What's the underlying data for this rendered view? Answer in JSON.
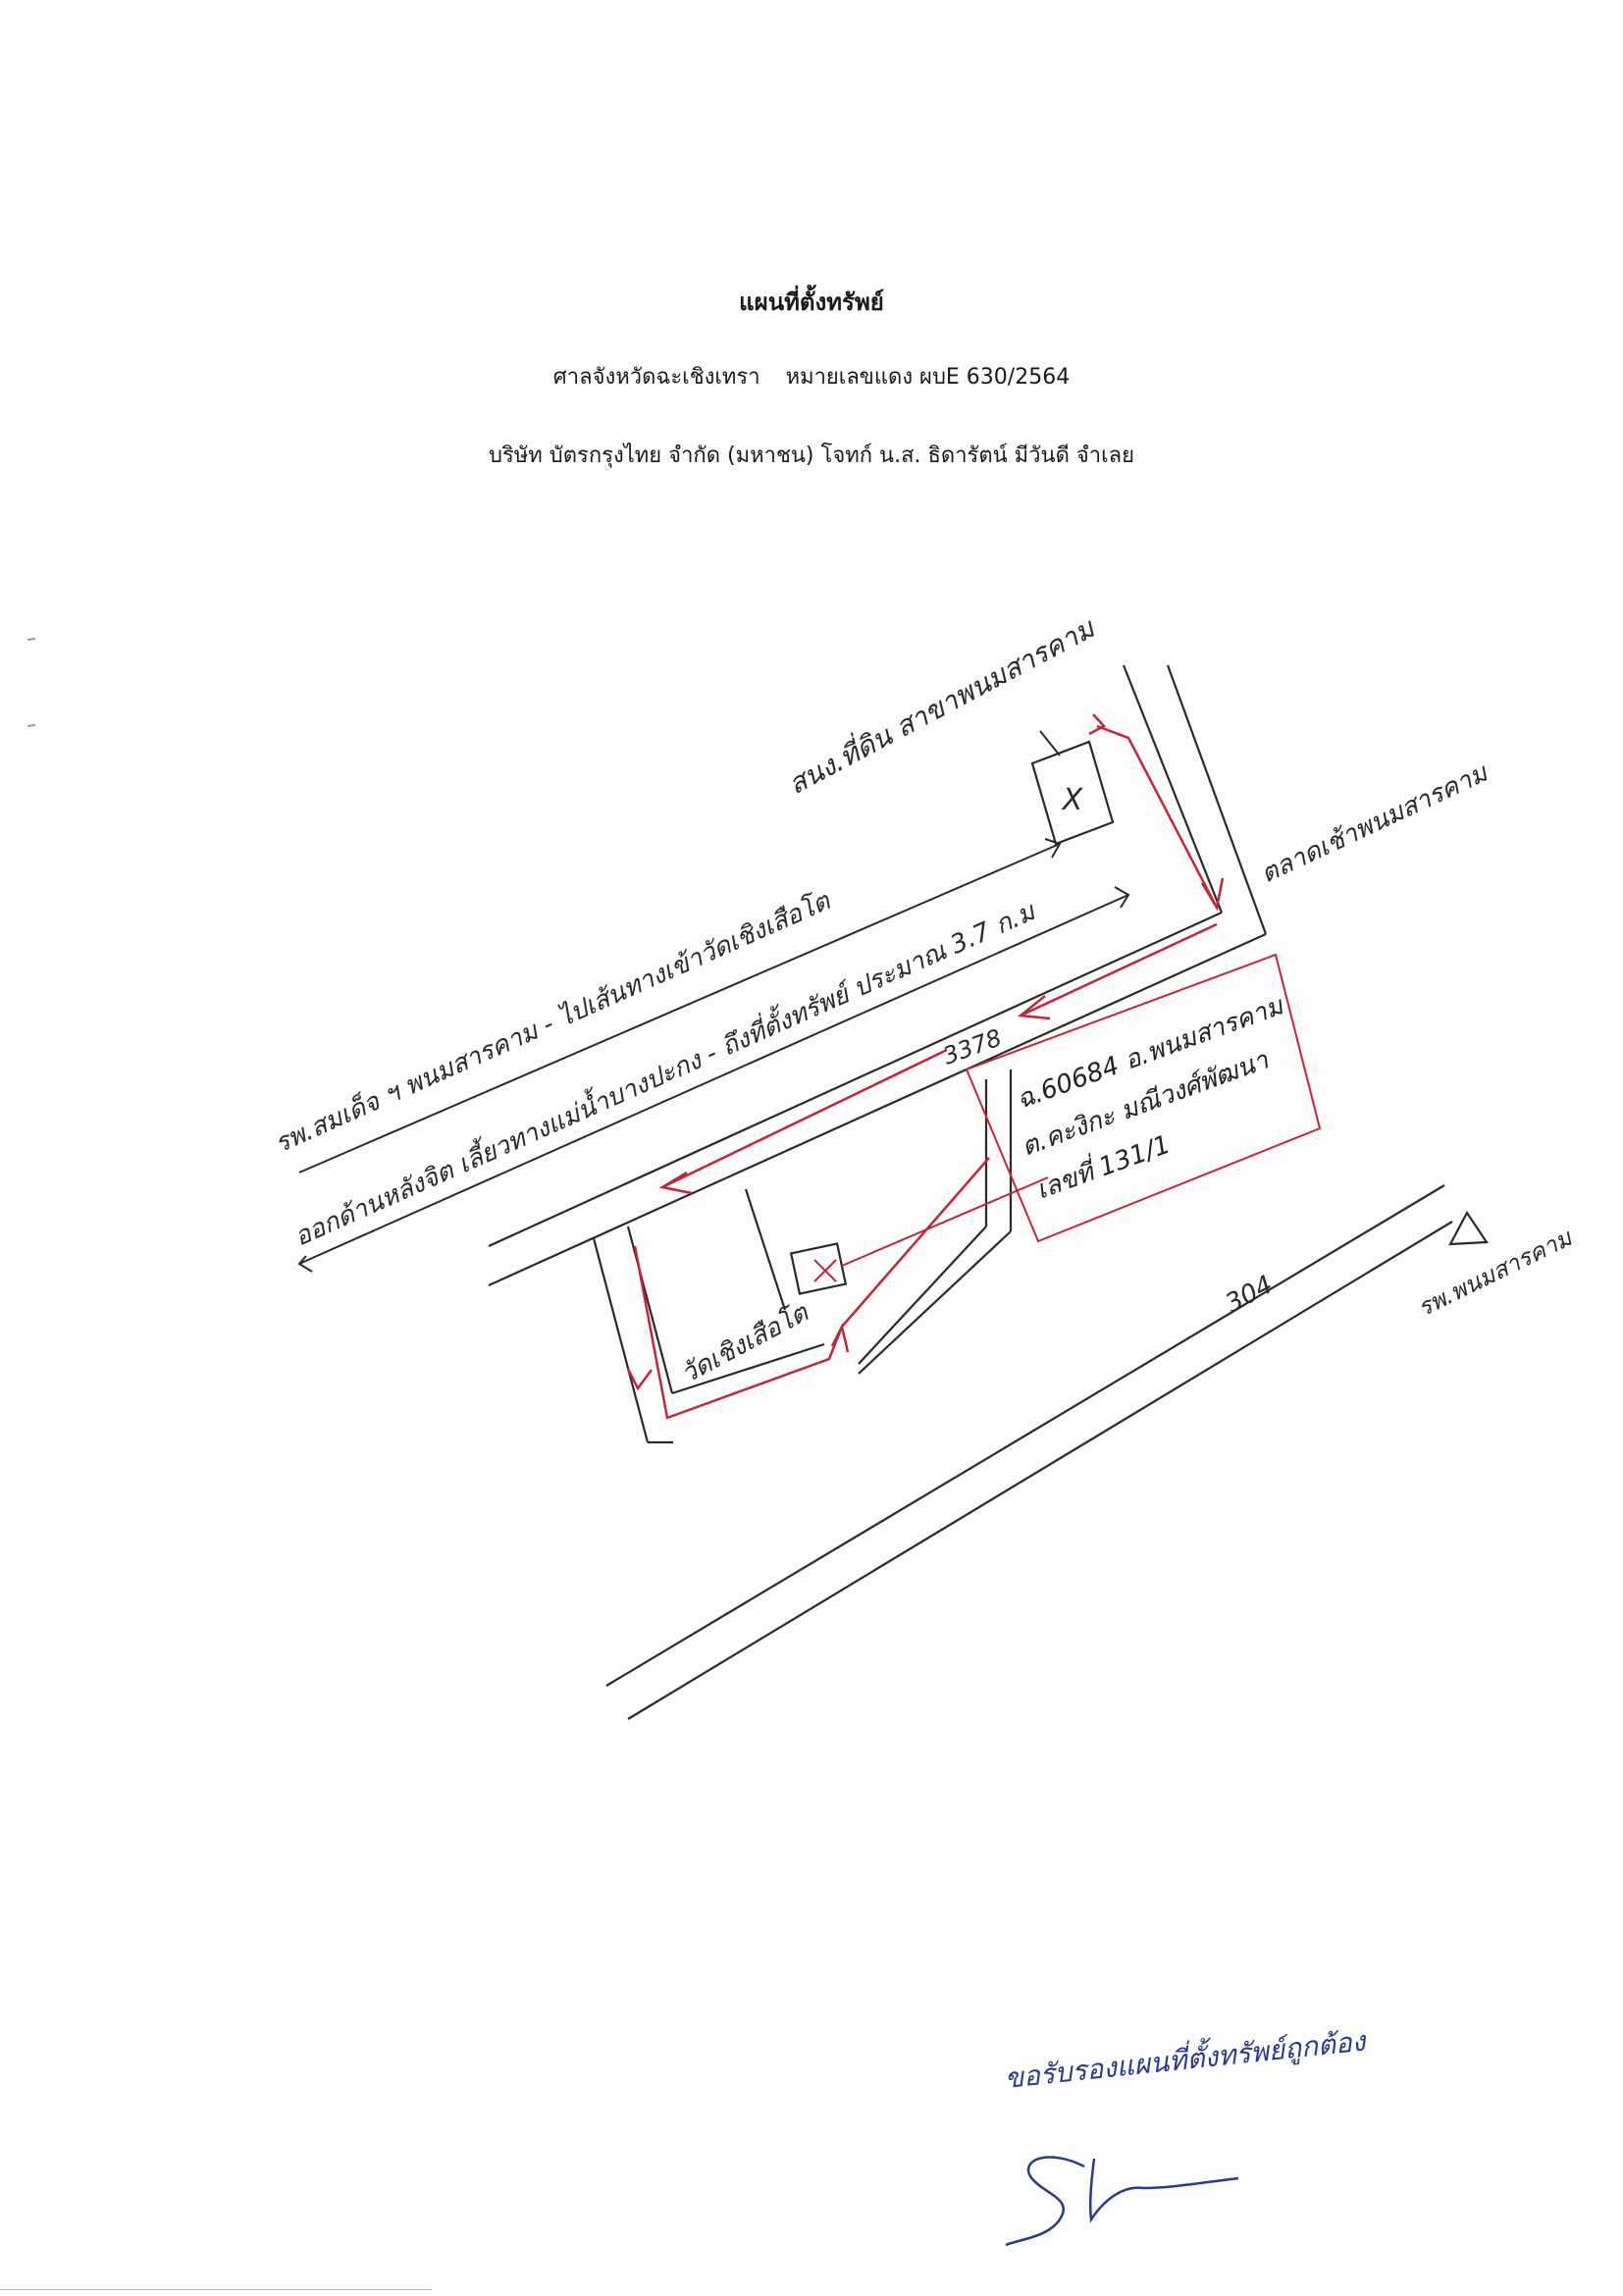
{
  "header": {
    "title": "แผนที่ตั้งทรัพย์",
    "court": "ศาลจังหวัดฉะเชิงเทรา",
    "case_number": "หมายเลขแดง ผบE 630/2564",
    "parties": "บริษัท บัตรกรุงไทย จำกัด (มหาชน) โจทก์ น.ส. ธิดารัตน์ มีวันดี จำเลย"
  },
  "map": {
    "landmark_top": "สนง.ที่ดิน สาขาพนมสารคาม",
    "market_label": "ตลาดเช้าพนมสารคาม",
    "road_note_line1": "รพ.สมเด็จ ฯ พนมสารคาม - ไปเส้นทางเข้าวัดเชิงเสือโต",
    "road_note_line2": "ออกด้านหลังจิต เลี้ยวทางแม่น้ำบางปะกง - ถึงที่ตั้งทรัพย์ ประมาณ 3.7 ก.ม",
    "road_number_3378": "3378",
    "road_number_304": "304",
    "temple_label": "วัดเชิงเสือโต",
    "property_box_line1": "ฉ.60684 อ.พนมสารคาม",
    "property_box_line2": "ต.คะงิกะ มณีวงศ์พัฒนา",
    "property_box_line3": "เลขที่ 131/1",
    "landmark_right": "รพ.พนมสารคาม",
    "site_marker": "X",
    "colors": {
      "ink": "#222222",
      "route_red": "#c0283a",
      "signature_blue": "#2b3a8a"
    }
  },
  "footer": {
    "certification": "ขอรับรองแผนที่ตั้งทรัพย์ถูกต้อง",
    "signature_mark": "S"
  }
}
